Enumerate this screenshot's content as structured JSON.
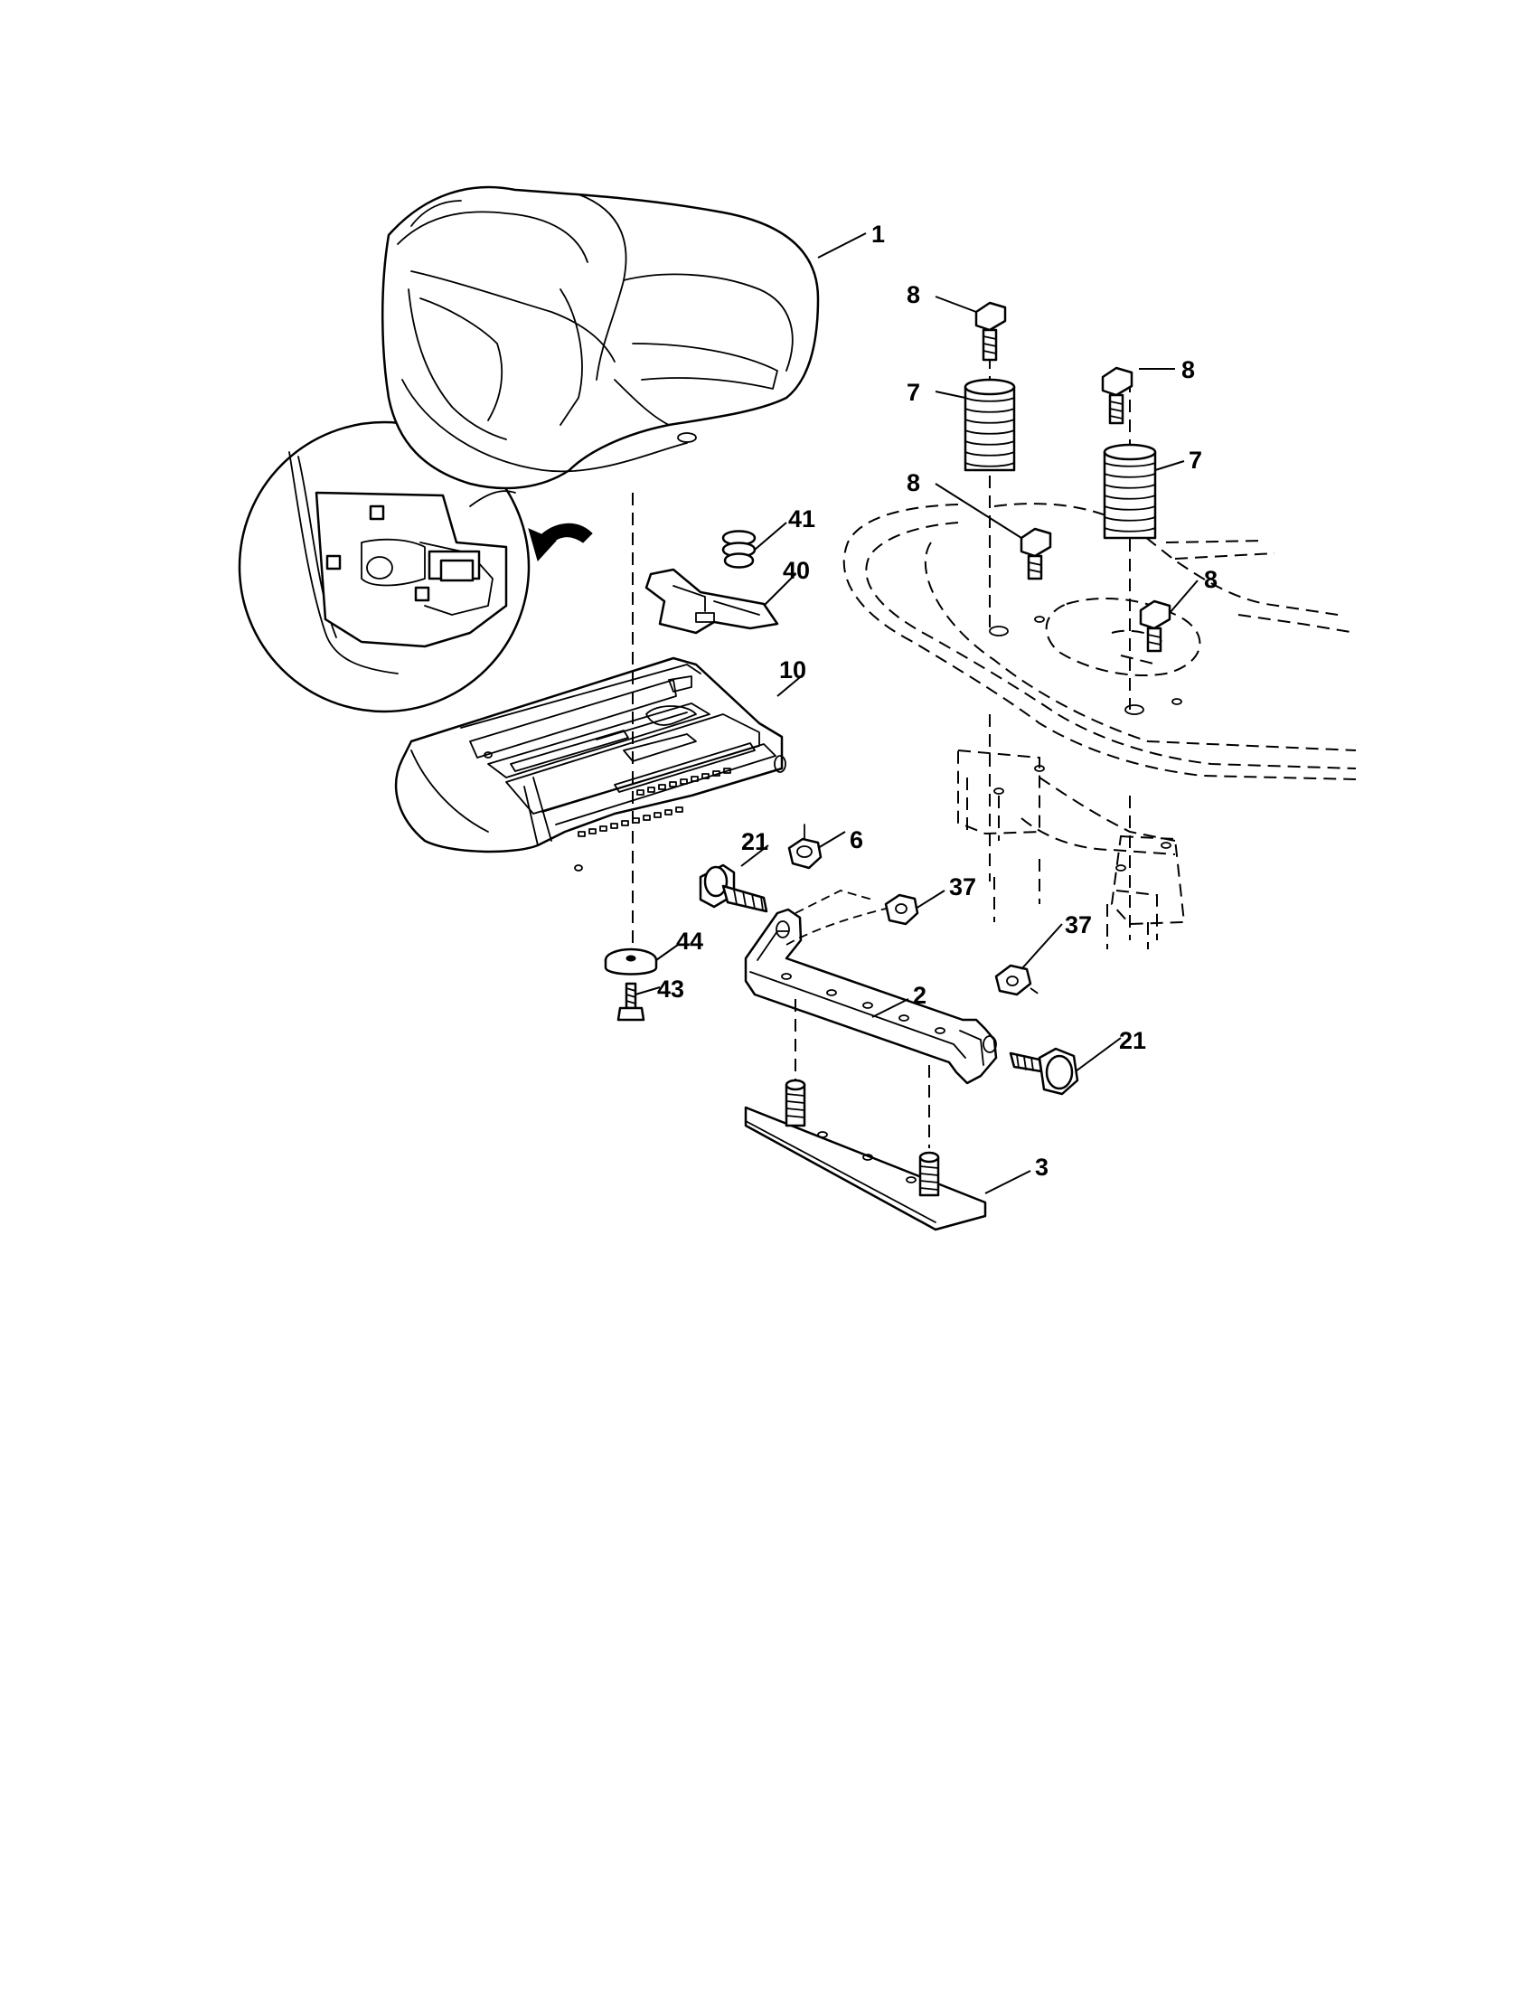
{
  "diagram": {
    "type": "exploded-parts-diagram",
    "callouts": {
      "c1": "1",
      "c2": "2",
      "c3": "3",
      "c6": "6",
      "c7a": "7",
      "c7b": "7",
      "c8a": "8",
      "c8b": "8",
      "c8c": "8",
      "c8d": "8",
      "c10": "10",
      "c21a": "21",
      "c21b": "21",
      "c37a": "37",
      "c37b": "37",
      "c40": "40",
      "c41": "41",
      "c43": "43",
      "c44": "44"
    }
  }
}
